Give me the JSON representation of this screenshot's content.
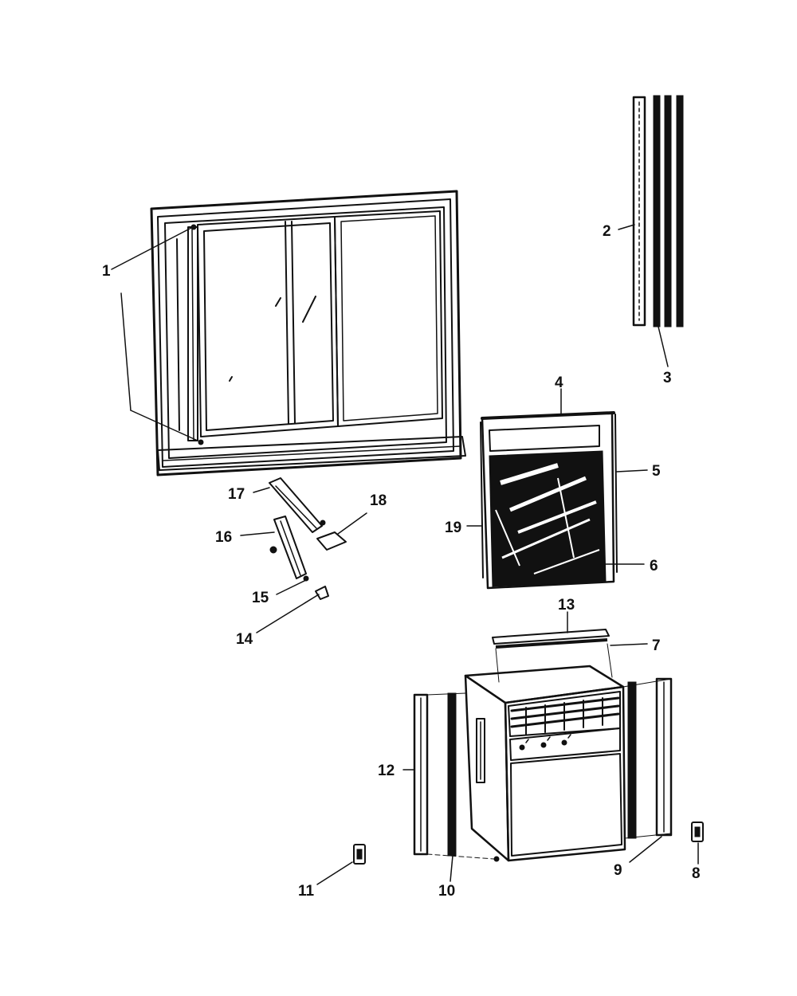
{
  "diagram": {
    "type": "exploded-parts-diagram",
    "colors": {
      "ink": "#111111",
      "paper": "#ffffff"
    },
    "callouts": [
      {
        "id": "1",
        "text": "1"
      },
      {
        "id": "2",
        "text": "2"
      },
      {
        "id": "3",
        "text": "3"
      },
      {
        "id": "4",
        "text": "4"
      },
      {
        "id": "5",
        "text": "5"
      },
      {
        "id": "6",
        "text": "6"
      },
      {
        "id": "7",
        "text": "7"
      },
      {
        "id": "8",
        "text": "8"
      },
      {
        "id": "9",
        "text": "9"
      },
      {
        "id": "10",
        "text": "10"
      },
      {
        "id": "11",
        "text": "11"
      },
      {
        "id": "12",
        "text": "12"
      },
      {
        "id": "13",
        "text": "13"
      },
      {
        "id": "14",
        "text": "14"
      },
      {
        "id": "15",
        "text": "15"
      },
      {
        "id": "16",
        "text": "16"
      },
      {
        "id": "17",
        "text": "17"
      },
      {
        "id": "18",
        "text": "18"
      },
      {
        "id": "19",
        "text": "19"
      }
    ]
  }
}
